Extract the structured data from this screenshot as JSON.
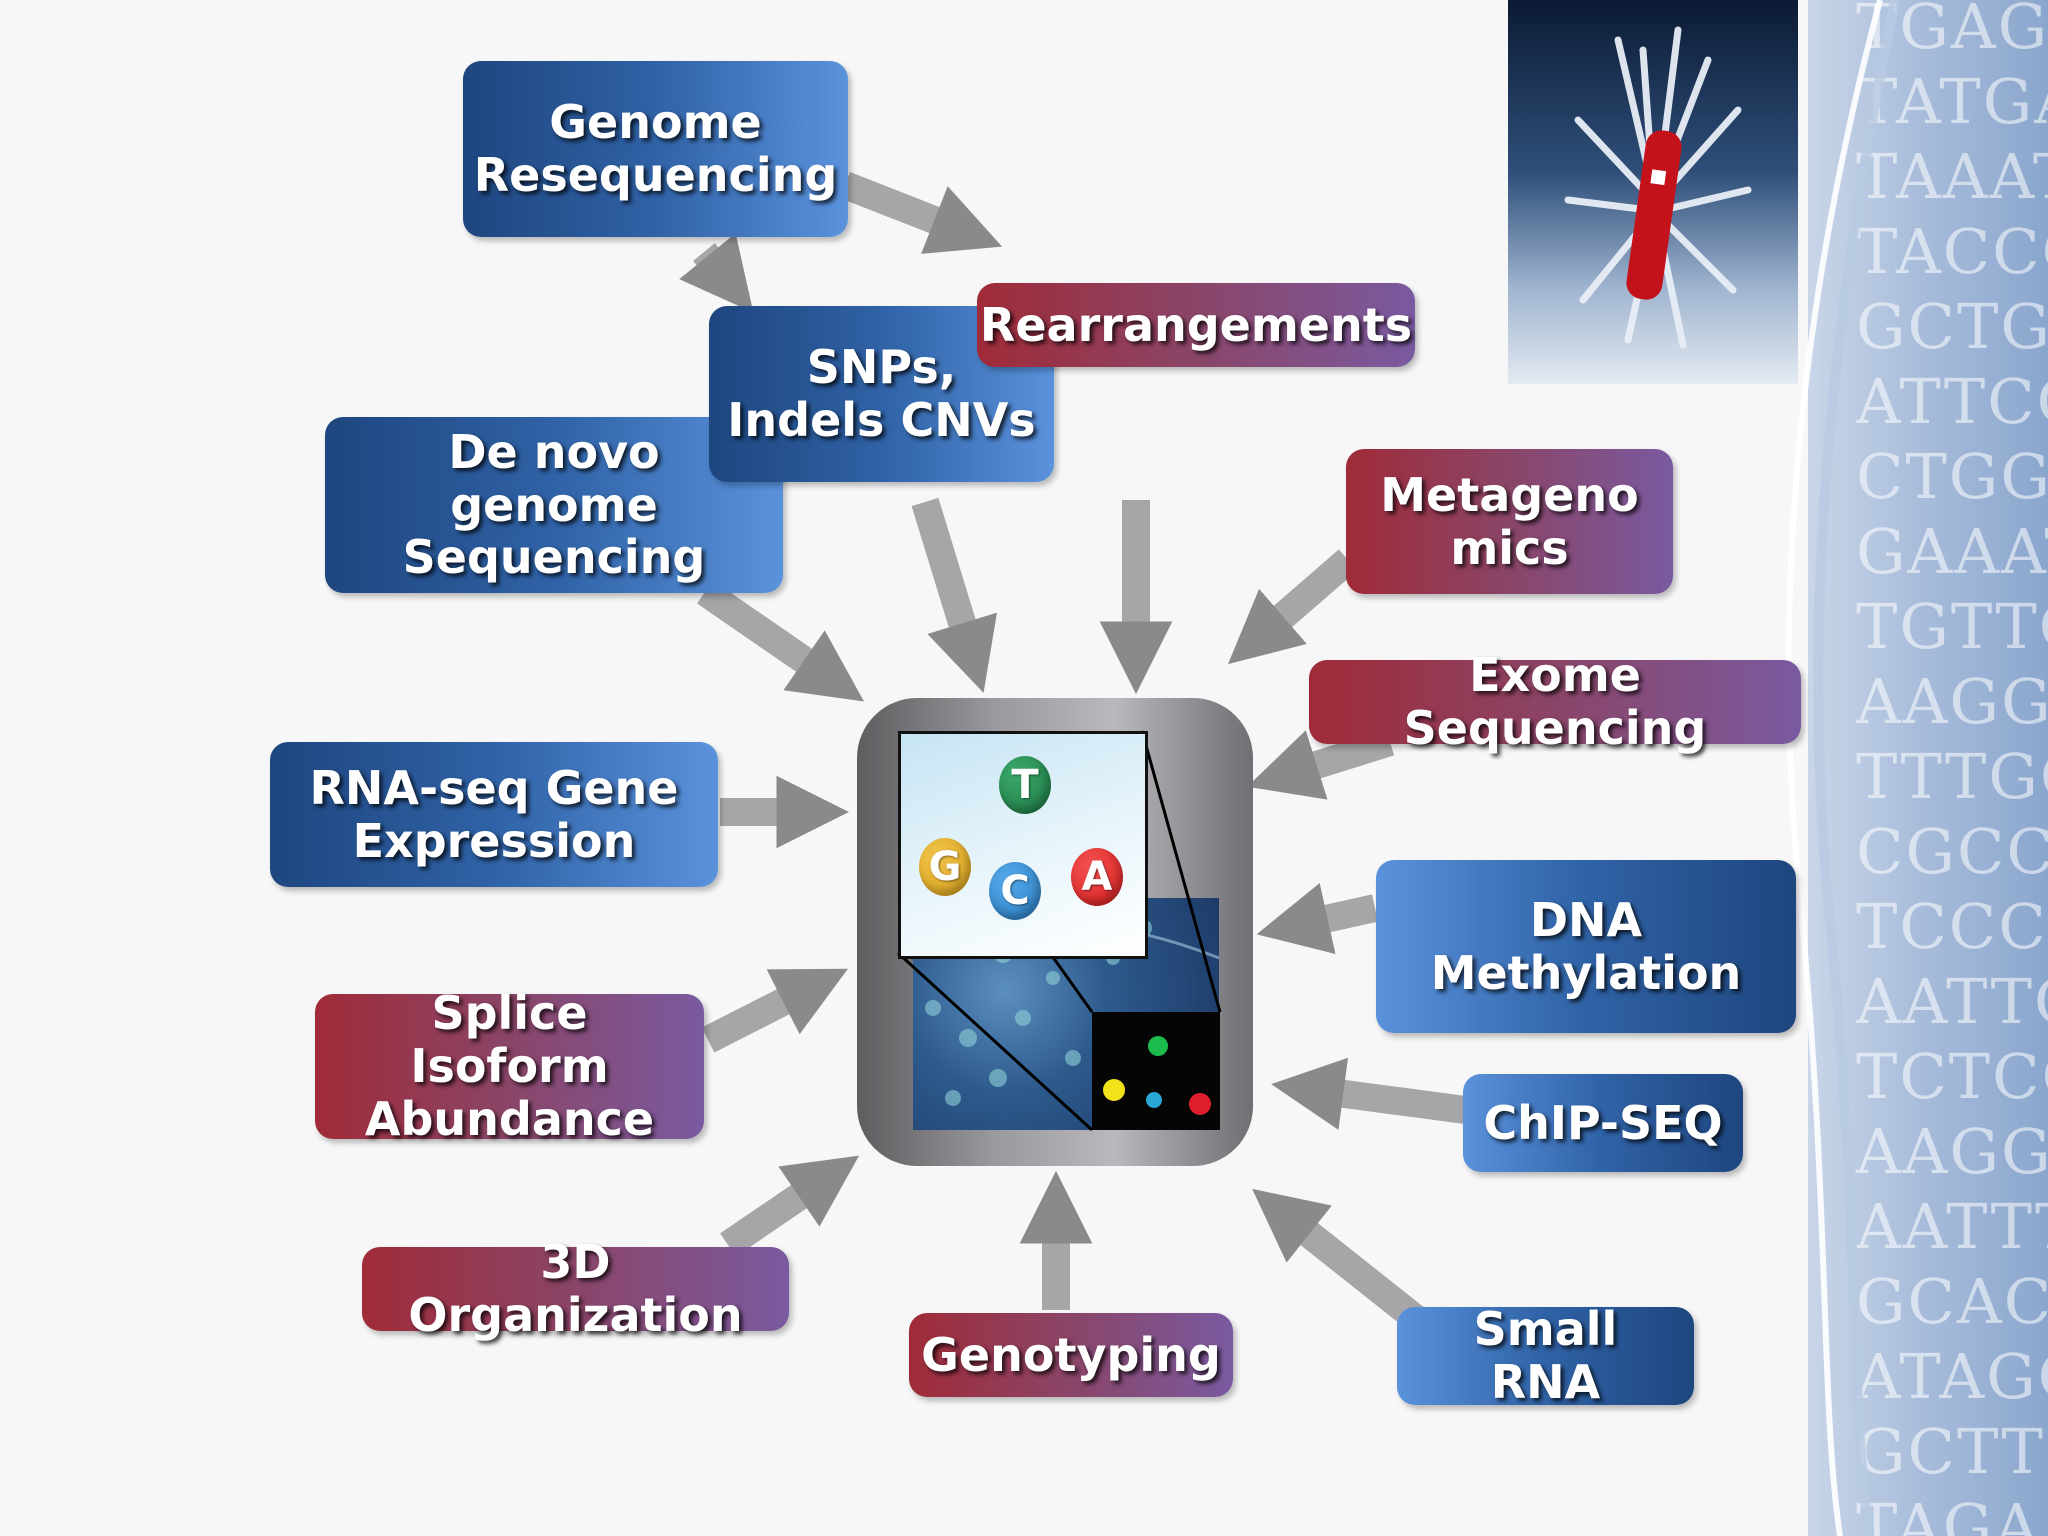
{
  "labels": {
    "genome_resequencing": "Genome Resequencing",
    "rearrangements": "Rearrangements",
    "snps_indels_cnvs": "SNPs, Indels CNVs",
    "de_novo": "De novo genome Sequencing",
    "metagenomics": "Metageno mics",
    "exome": "Exome Sequencing",
    "rna_seq": "RNA-seq Gene Expression",
    "dna_methylation": "DNA Methylation",
    "splice_isoform": "Splice Isoform Abundance",
    "chip_seq": "ChIP-SEQ",
    "organization_3d": "3D Organization",
    "genotyping": "Genotyping",
    "small_rna": "Small RNA"
  },
  "bases": {
    "t": "T",
    "g": "G",
    "c": "C",
    "a": "A"
  },
  "dna_sequence": [
    "TGAGA",
    "TATGAAG",
    "TAAATCT",
    "TACCCT",
    "GCTGAAA",
    "ATTCCCT",
    "CTGGGA",
    "GAAATT",
    "TGTTGA",
    "AAGGAG",
    "TTTGGG",
    "CGCCAG",
    "TCCCGC",
    "AATTGC",
    "TCTCCA",
    "AAGGCT",
    "AATTTG",
    "GCACAA",
    "ATAGCA",
    "GCTTCT",
    "TAGA"
  ],
  "colors": {
    "blue_label": "#2f62a6",
    "red_label": "#a02b38",
    "purple_label": "#7a5aa0",
    "base_t": "#1e7a45",
    "base_g": "#d9a21a",
    "base_c": "#2b7fc4",
    "base_a": "#d81e1e"
  }
}
